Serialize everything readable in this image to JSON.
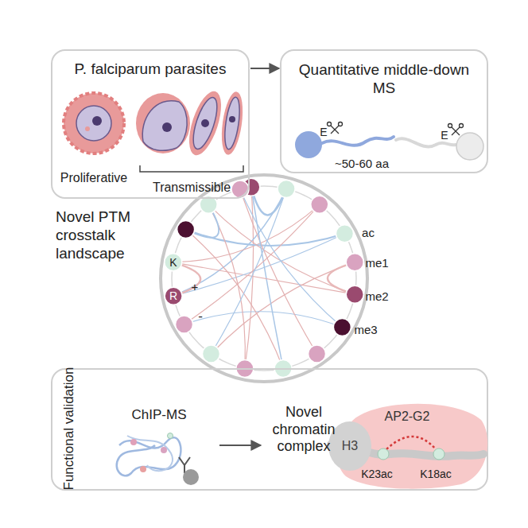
{
  "diagram": {
    "nodes": [
      {
        "text": [
          "P. falciparum parasites"
        ]
      },
      {
        "text": [
          "Quantitative middle-down MS"
        ]
      },
      {
        "text": [
          "Functional validation"
        ]
      },
      {
        "text": [
          "H3"
        ],
        "in": 2
      },
      {
        "text": [
          "AP2-G2"
        ],
        "in": 2
      }
    ],
    "edges": [
      {
        "from": 0,
        "to": 1,
        "arrow": "to"
      }
    ],
    "labels": [
      "Proliferative",
      "Transmissible",
      "~50-60 aa",
      "E",
      "E",
      "Novel PTM crosstalk landscape",
      "ac",
      "me1",
      "me2",
      "me3",
      "K",
      "R",
      "+",
      "-",
      "ChIP-MS",
      "Novel chromatin complex",
      "K23ac",
      "K18ac"
    ]
  }
}
